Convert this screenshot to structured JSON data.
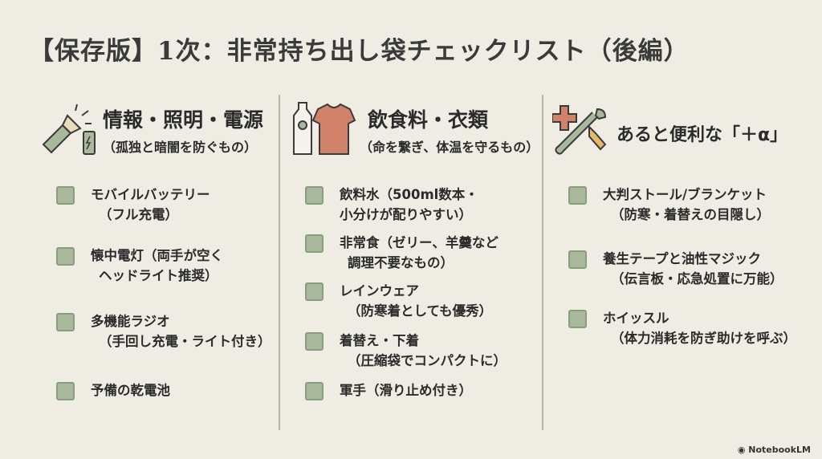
{
  "title": "【保存版】1次：非常持ち出し袋チェックリスト（後編）",
  "columns": [
    {
      "title": "情報・照明・電源",
      "subtitle": "（孤独と暗闇を防ぐもの）",
      "items": [
        [
          "モバイルバッテリー",
          "（フル充電）"
        ],
        [
          "懐中電灯（両手が空く",
          "ヘッドライト推奨）"
        ],
        [
          "多機能ラジオ",
          "（手回し充電・ライト付き）"
        ],
        [
          "予備の乾電池",
          ""
        ]
      ]
    },
    {
      "title": "飲食料・衣類",
      "subtitle": "（命を繋ぎ、体温を守るもの）",
      "items": [
        [
          "飲料水（500ml数本・",
          "小分けが配りやすい）"
        ],
        [
          "非常食（ゼリー、羊羹など",
          "調理不要なもの）"
        ],
        [
          "レインウェア",
          "（防寒着としても優秀）"
        ],
        [
          "着替え・下着",
          "（圧縮袋でコンパクトに）"
        ],
        [
          "軍手（滑り止め付き）",
          ""
        ]
      ]
    },
    {
      "title": "あると便利な「＋α」",
      "subtitle": "",
      "items": [
        [
          "大判ストール/ブランケット",
          "（防寒・着替えの目隠し）"
        ],
        [
          "養生テープと油性マジック",
          "（伝言板・応急処置に万能）"
        ],
        [
          "ホイッスル",
          "（体力消耗を防ぎ助けを呼ぶ）"
        ]
      ]
    }
  ],
  "brand": "NotebookLM",
  "colors": {
    "background": "#efece3",
    "checkbox": "#a9b99b",
    "accent": "#d0826a"
  }
}
